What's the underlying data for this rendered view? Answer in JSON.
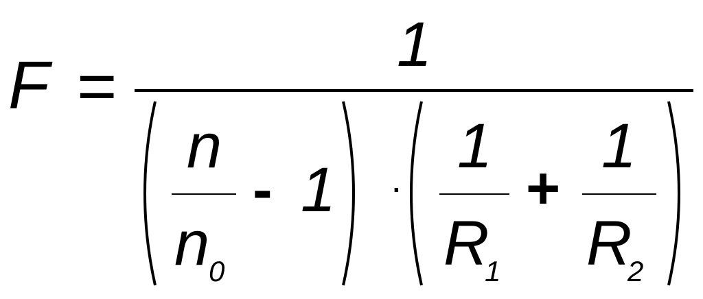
{
  "formula": {
    "lhs": "F",
    "equals": "=",
    "numerator": "1",
    "term1": {
      "num": "n",
      "den_base": "n",
      "den_sub": "0",
      "minus": "-",
      "one": "1"
    },
    "dot": "·",
    "term2": {
      "frac1_num": "1",
      "frac1_den_base": "R",
      "frac1_den_sub": "1",
      "plus": "+",
      "frac2_num": "1",
      "frac2_den_base": "R",
      "frac2_den_sub": "2"
    }
  }
}
